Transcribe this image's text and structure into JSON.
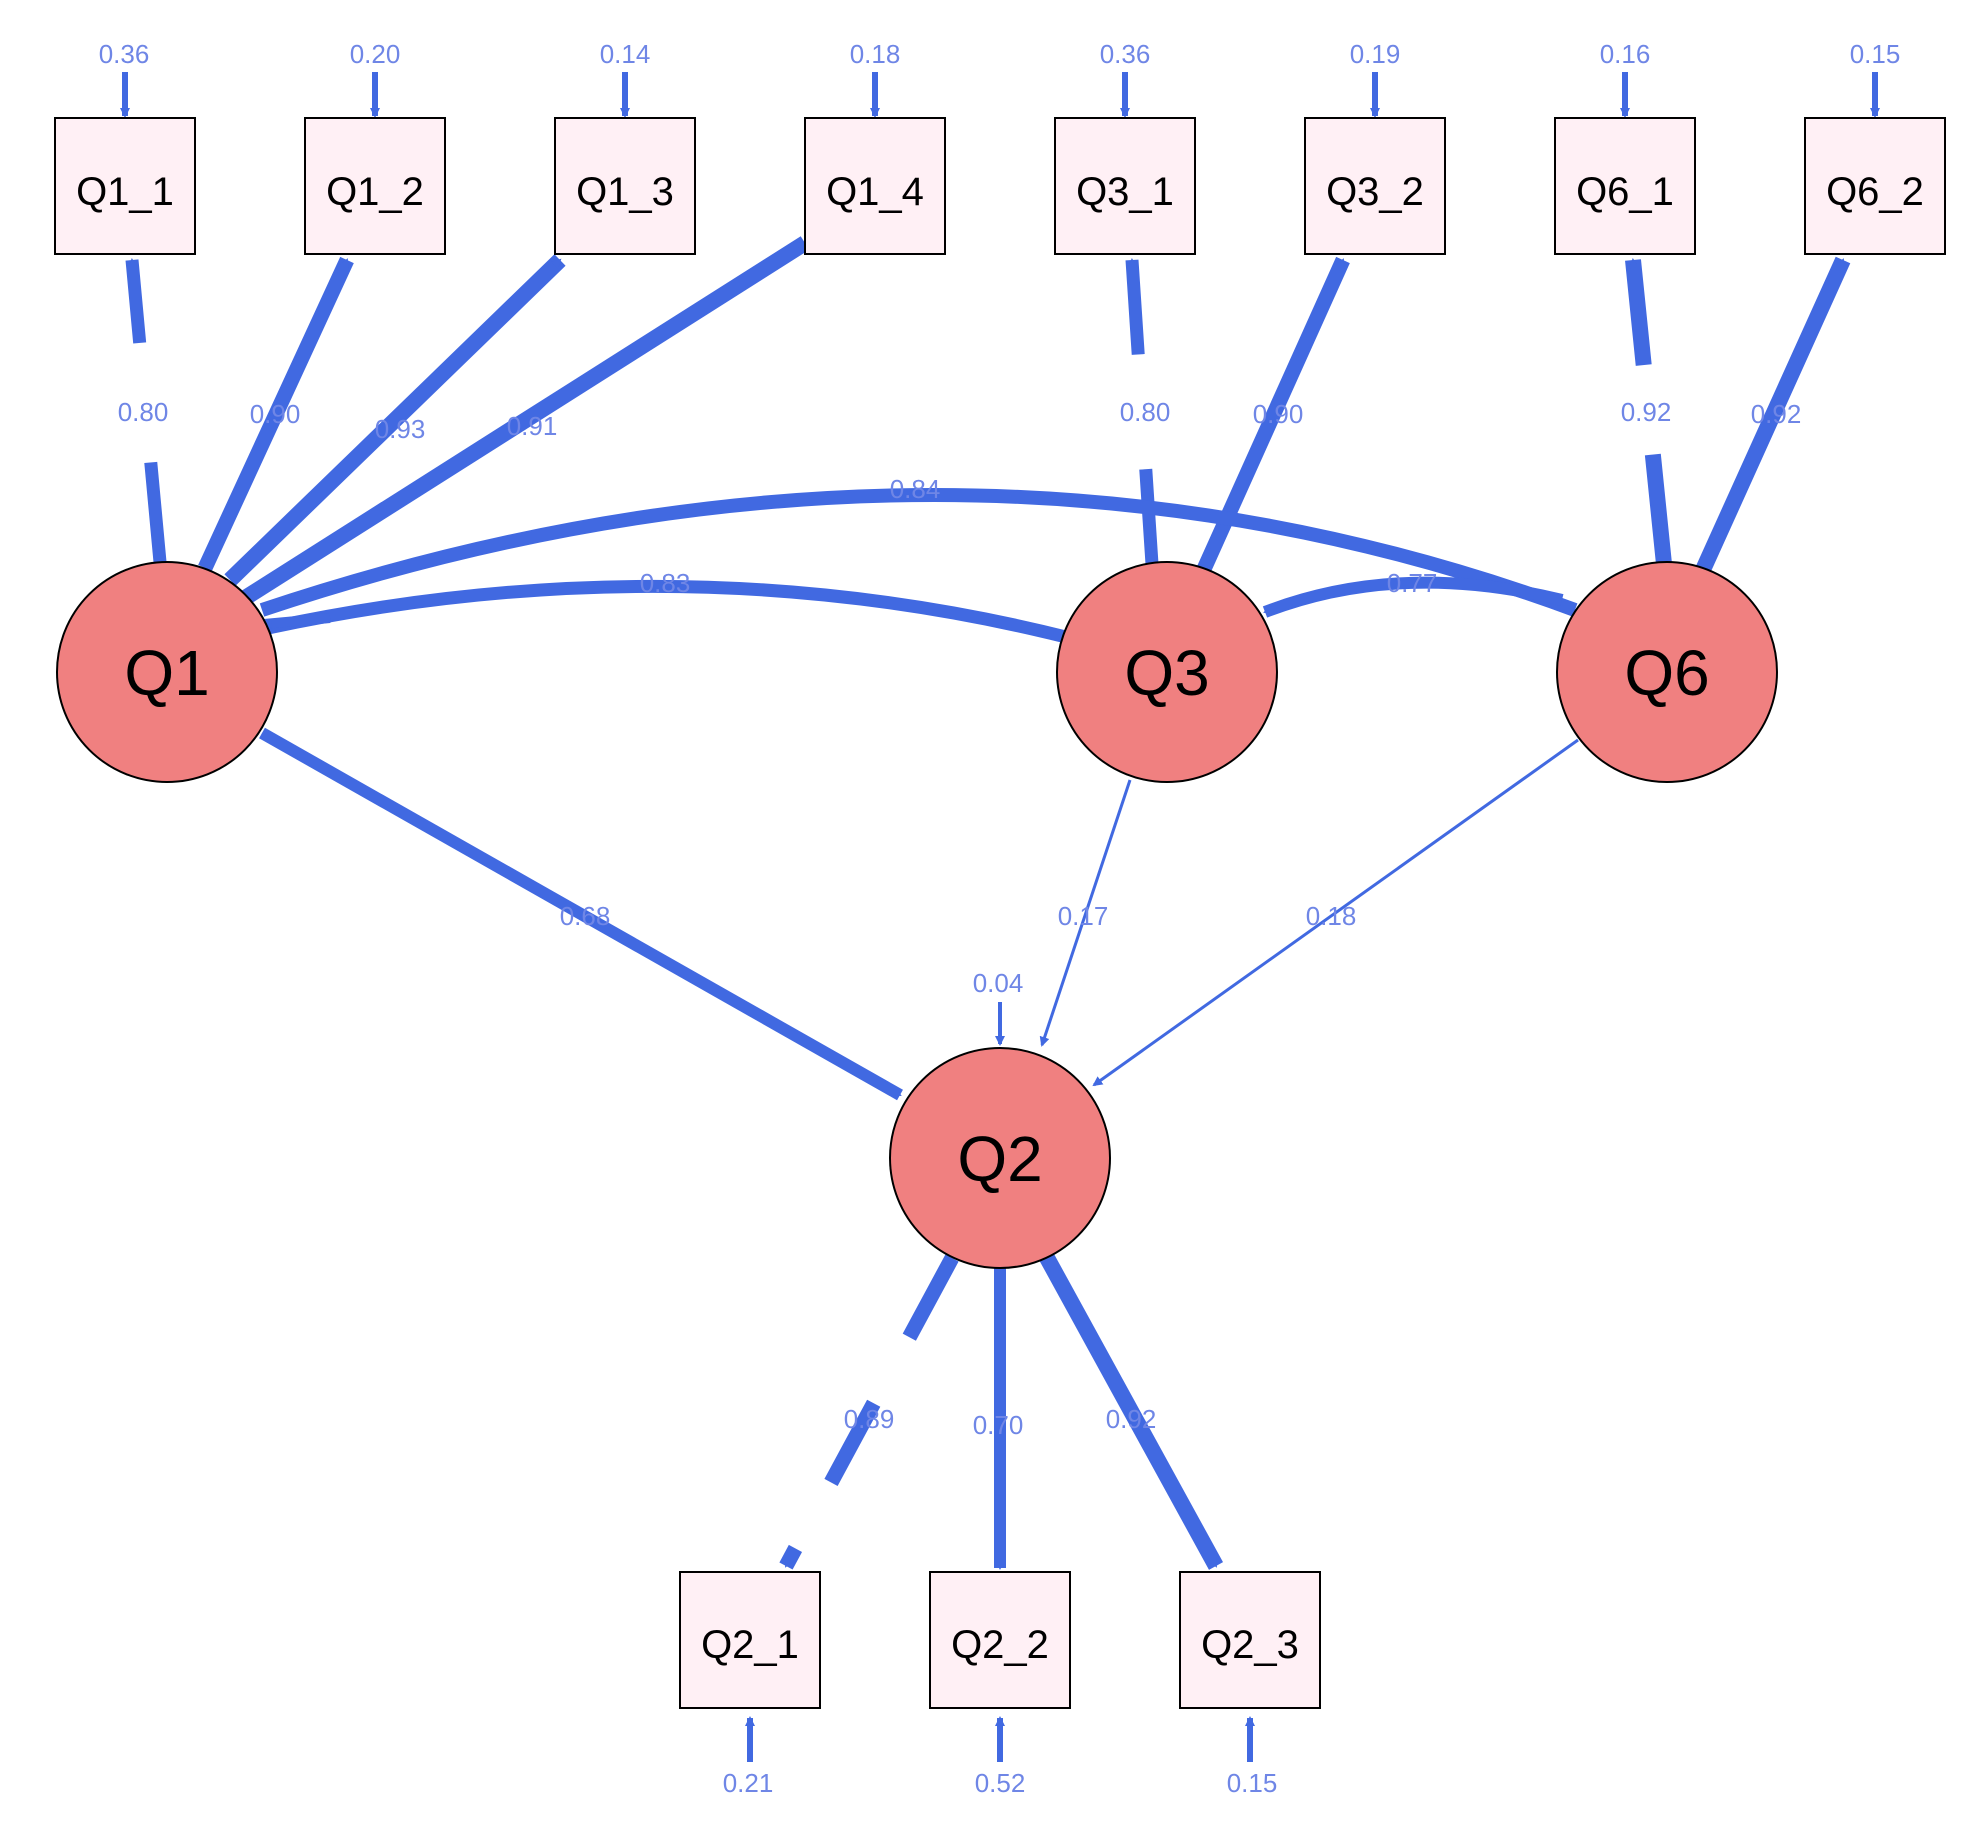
{
  "colors": {
    "edge": "#4169e1",
    "edge_label": "#6f86e6",
    "latent_fill": "#f08080",
    "manifest_fill": "#fff0f5",
    "outline": "#000000",
    "background": "#ffffff"
  },
  "latents": {
    "Q1": "Q1",
    "Q2": "Q2",
    "Q3": "Q3",
    "Q6": "Q6"
  },
  "manifests": {
    "Q1_1": "Q1_1",
    "Q1_2": "Q1_2",
    "Q1_3": "Q1_3",
    "Q1_4": "Q1_4",
    "Q3_1": "Q3_1",
    "Q3_2": "Q3_2",
    "Q6_1": "Q6_1",
    "Q6_2": "Q6_2",
    "Q2_1": "Q2_1",
    "Q2_2": "Q2_2",
    "Q2_3": "Q2_3"
  },
  "residuals": {
    "Q1_1": "0.36",
    "Q1_2": "0.20",
    "Q1_3": "0.14",
    "Q1_4": "0.18",
    "Q3_1": "0.36",
    "Q3_2": "0.19",
    "Q6_1": "0.16",
    "Q6_2": "0.15",
    "Q2": "0.04",
    "Q2_1": "0.21",
    "Q2_2": "0.52",
    "Q2_3": "0.15"
  },
  "loadings": {
    "Q1_Q1_1": "0.80",
    "Q1_Q1_2": "0.90",
    "Q1_Q1_3": "0.93",
    "Q1_Q1_4": "0.91",
    "Q3_Q3_1": "0.80",
    "Q3_Q3_2": "0.90",
    "Q6_Q6_1": "0.92",
    "Q6_Q6_2": "0.92",
    "Q2_Q2_1": "0.89",
    "Q2_Q2_2": "0.70",
    "Q2_Q2_3": "0.92"
  },
  "covariances": {
    "Q1_Q6": "0.84",
    "Q1_Q3": "0.83",
    "Q3_Q6": "0.77"
  },
  "regressions": {
    "Q1_Q2": "0.68",
    "Q3_Q2": "0.17",
    "Q6_Q2": "0.18"
  }
}
